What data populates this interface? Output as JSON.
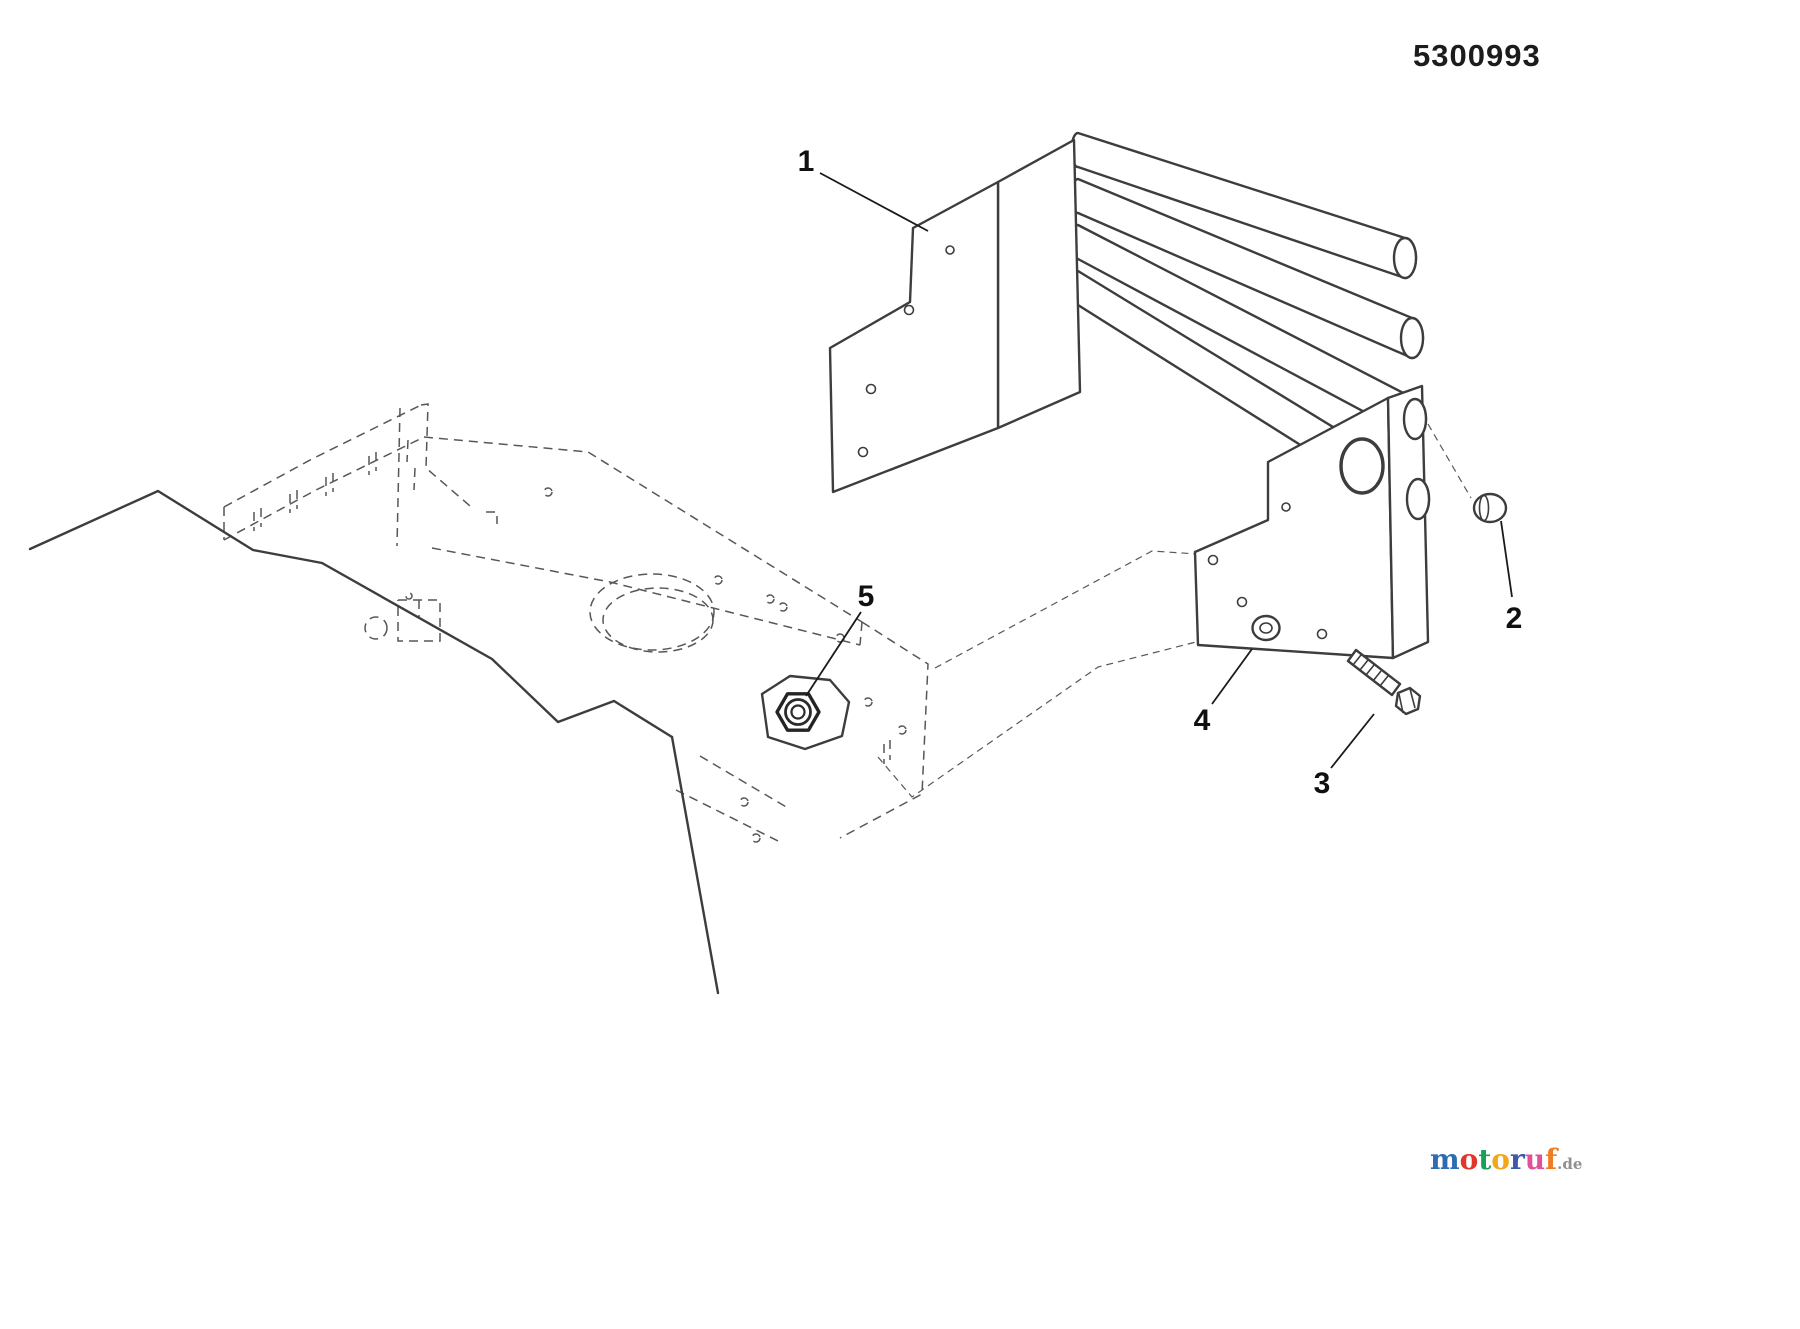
{
  "page": {
    "part_number": "5300993",
    "background": "#ffffff"
  },
  "callouts": [
    {
      "label": "1"
    },
    {
      "label": "2"
    },
    {
      "label": "3"
    },
    {
      "label": "4"
    },
    {
      "label": "5"
    }
  ],
  "logo": {
    "letters": [
      {
        "char": "m",
        "color": "#2e6bb0"
      },
      {
        "char": "o",
        "color": "#e2352b"
      },
      {
        "char": "t",
        "color": "#18a05a"
      },
      {
        "char": "o",
        "color": "#f2a71b"
      },
      {
        "char": "r",
        "color": "#3f58a8"
      },
      {
        "char": "u",
        "color": "#e0509d"
      },
      {
        "char": "f",
        "color": "#ef7d22"
      }
    ],
    "suffix": ".de",
    "suffix_color": "#909090"
  },
  "diagram": {
    "line_color": "#3d3d3d",
    "hidden_line_color": "#575757",
    "callout_color": "#101010"
  }
}
